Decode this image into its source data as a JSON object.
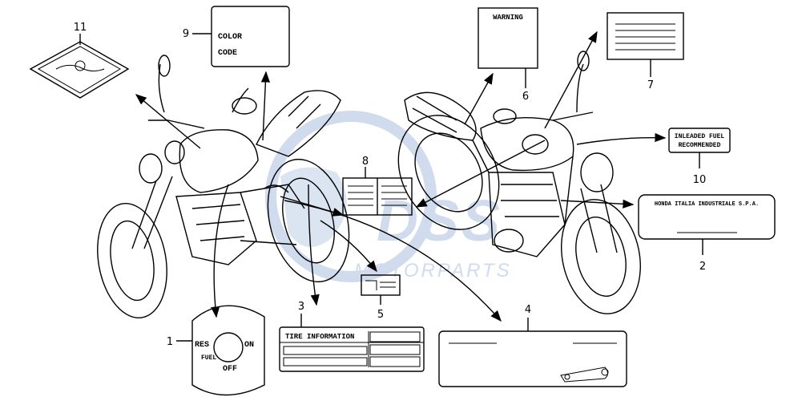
{
  "watermark": {
    "brand": "DSS",
    "subtitle": "MOTORPARTS"
  },
  "callouts": [
    {
      "num": "1",
      "key": "fuel_dial"
    },
    {
      "num": "2",
      "key": "honda_italia"
    },
    {
      "num": "3",
      "key": "tire_info"
    },
    {
      "num": "4",
      "key": "blank_plate"
    },
    {
      "num": "5",
      "key": "small_tag"
    },
    {
      "num": "6",
      "key": "warning"
    },
    {
      "num": "7",
      "key": "lined_label"
    },
    {
      "num": "8",
      "key": "book_label"
    },
    {
      "num": "9",
      "key": "color_code"
    },
    {
      "num": "10",
      "key": "fuel_label"
    },
    {
      "num": "11",
      "key": "diamond_emblem"
    }
  ],
  "labels": {
    "color_code": {
      "line1": "COLOR",
      "line2": "CODE"
    },
    "warning": {
      "title": "WARNING"
    },
    "fuel": {
      "line1": "INLEADED FUEL",
      "line2": "RECOMMENDED"
    },
    "honda": {
      "text": "HONDA ITALIA INDUSTRIALE S.P.A."
    },
    "tire": {
      "title": "TIRE INFORMATION"
    },
    "fuel_dial": {
      "res": "RES",
      "fuel": "FUEL",
      "on": "ON",
      "off": "OFF"
    }
  },
  "colors": {
    "line": "#000000",
    "watermark": "#c8d6ea"
  }
}
